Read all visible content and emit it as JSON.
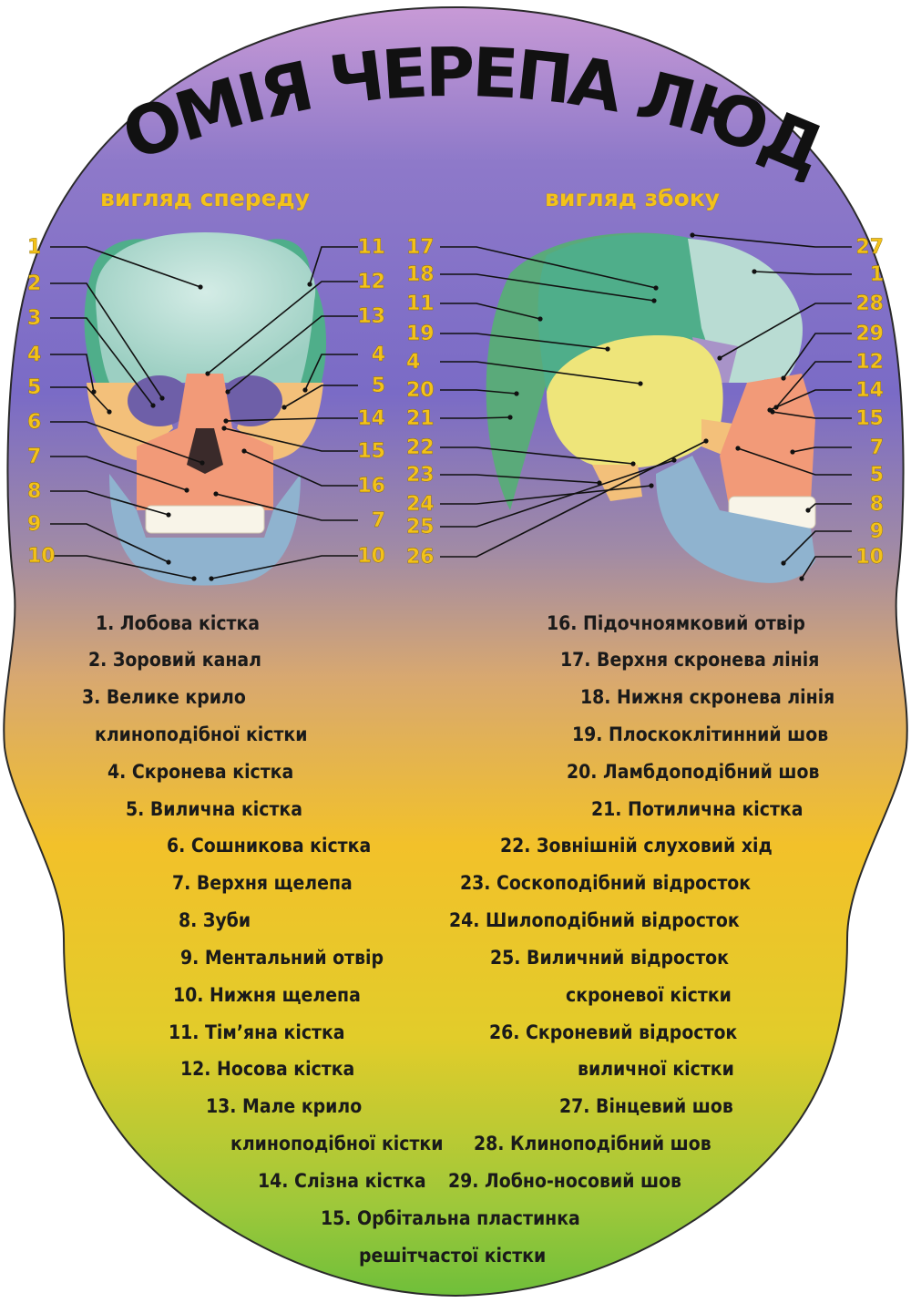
{
  "title": "АНАТОМІЯ ЧЕРЕПА ЛЮДИНИ",
  "subtitle_front": "вигляд спереду",
  "subtitle_side": "вигляд збоку",
  "front_labels_left": [
    "1",
    "2",
    "3",
    "4",
    "5",
    "6",
    "7",
    "8",
    "9",
    "10"
  ],
  "front_labels_right": [
    "11",
    "12",
    "13",
    "4",
    "5",
    "14",
    "15",
    "16",
    "7",
    "10"
  ],
  "side_labels_left": [
    "17",
    "18",
    "11",
    "19",
    "4",
    "20",
    "21",
    "22",
    "23",
    "24",
    "25",
    "26"
  ],
  "side_labels_right": [
    "27",
    "1",
    "28",
    "29",
    "12",
    "14",
    "15",
    "7",
    "5",
    "8",
    "9",
    "10"
  ],
  "legend_left": [
    "1. Лобова кістка",
    "2. Зоровий канал",
    "3. Велике крило",
    "клиноподібної кістки",
    "4. Скронева кістка",
    "5. Вилична кістка",
    "6. Сошникова кістка",
    "7. Верхня щелепа",
    "8. Зуби",
    "9. Ментальний отвір",
    "10. Нижня щелепа",
    "11. Тім’яна кістка",
    "12. Носова кістка",
    "13. Мале крило",
    "клиноподібної кістки",
    "14. Слізна кістка",
    "15. Орбітальна пластинка",
    "решітчастої кістки"
  ],
  "legend_right": [
    "16. Підочноямковий отвір",
    "17. Верхня скронева лінія",
    "18. Нижня скронева лінія",
    "19. Плоскоклітинний шов",
    "20. Ламбдоподібний шов",
    "21. Потилична кістка",
    "22. Зовнішній слуховий хід",
    "23. Соскоподібний відросток",
    "24. Шилоподібний відросток",
    "25. Виличний відросток",
    "скроневої кістки",
    "26. Скроневий відросток",
    "виличної кістки",
    "27. Вінцевий шов",
    "28. Клиноподібний шов",
    "29. Лобно-носовий шов"
  ],
  "colors": {
    "label_yellow": "#f3c21a",
    "frontal": "#b9dcd3",
    "parietal": "#4fae8a",
    "temporal": "#eee57a",
    "zygomatic": "#f3c07a",
    "maxilla": "#f29a78",
    "mandible": "#8fb3cf",
    "sphenoid": "#a893c8"
  }
}
